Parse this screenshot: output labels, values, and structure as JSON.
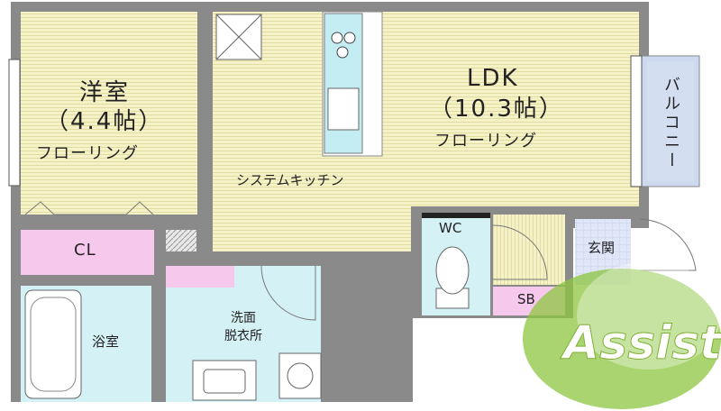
{
  "rooms": {
    "western": {
      "name": "洋室",
      "size": "（4.4帖）",
      "floor": "フローリング"
    },
    "ldk": {
      "name": "LDK",
      "size": "（10.3帖）",
      "floor": "フローリング"
    },
    "kitchen": "システムキッチン",
    "balcony": "バルコニー",
    "closet": "CL",
    "wc": "WC",
    "entrance": "玄関",
    "shoebox": "SB",
    "bath": "浴室",
    "washroom_1": "洗面",
    "washroom_2": "脱衣所"
  },
  "logo": {
    "text": "Assist"
  },
  "colors": {
    "floor": "#f4f1c4",
    "wet_area": "#d4f1f5",
    "closet": "#f6c9ec",
    "balcony": "#cdd9ee",
    "wall": "#8a8a8a",
    "logo": "#8cc63f"
  }
}
